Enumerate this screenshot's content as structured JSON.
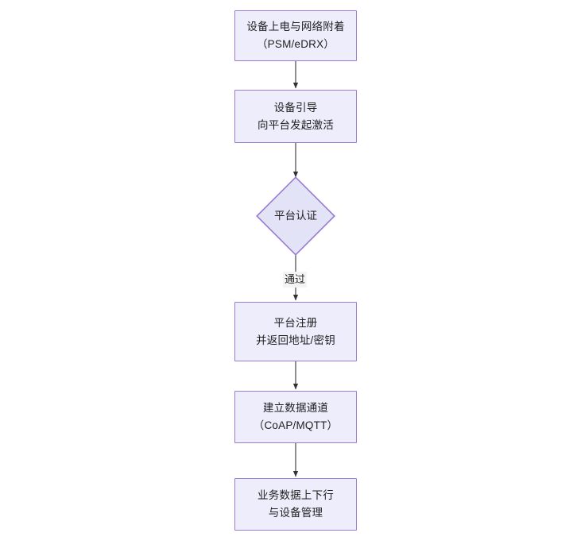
{
  "diagram": {
    "type": "flowchart",
    "orientation": "top-to-bottom",
    "background_color": "#ffffff",
    "node_fill_color": "#ededfc",
    "node_border_color": "#9a7bd0",
    "edge_color": "#333333",
    "text_color": "#1f1f1f",
    "nodes": [
      {
        "id": "n1",
        "shape": "rectangle",
        "line1": "设备上电与网络附着",
        "line2": "（PSM/eDRX）",
        "text": "设备上电与网络附着\n（PSM/eDRX）"
      },
      {
        "id": "n2",
        "shape": "rectangle",
        "line1": "设备引导",
        "line2": "向平台发起激活",
        "text": "设备引导\n向平台发起激活"
      },
      {
        "id": "n3",
        "shape": "diamond",
        "line1": "平台认证",
        "line2": "",
        "text": "平台认证"
      },
      {
        "id": "n4",
        "shape": "rectangle",
        "line1": "平台注册",
        "line2": "并返回地址/密钥",
        "text": "平台注册\n并返回地址/密钥"
      },
      {
        "id": "n5",
        "shape": "rectangle",
        "line1": "建立数据通道",
        "line2": "（CoAP/MQTT）",
        "text": "建立数据通道\n（CoAP/MQTT）"
      },
      {
        "id": "n6",
        "shape": "rectangle",
        "line1": "业务数据上下行",
        "line2": "与设备管理",
        "text": "业务数据上下行\n与设备管理"
      }
    ],
    "edges": [
      {
        "id": "e1",
        "from": "n1",
        "to": "n2",
        "label": ""
      },
      {
        "id": "e2",
        "from": "n2",
        "to": "n3",
        "label": ""
      },
      {
        "id": "e3",
        "from": "n3",
        "to": "n4",
        "label": "通过"
      },
      {
        "id": "e4",
        "from": "n4",
        "to": "n5",
        "label": ""
      },
      {
        "id": "e5",
        "from": "n5",
        "to": "n6",
        "label": ""
      }
    ]
  }
}
